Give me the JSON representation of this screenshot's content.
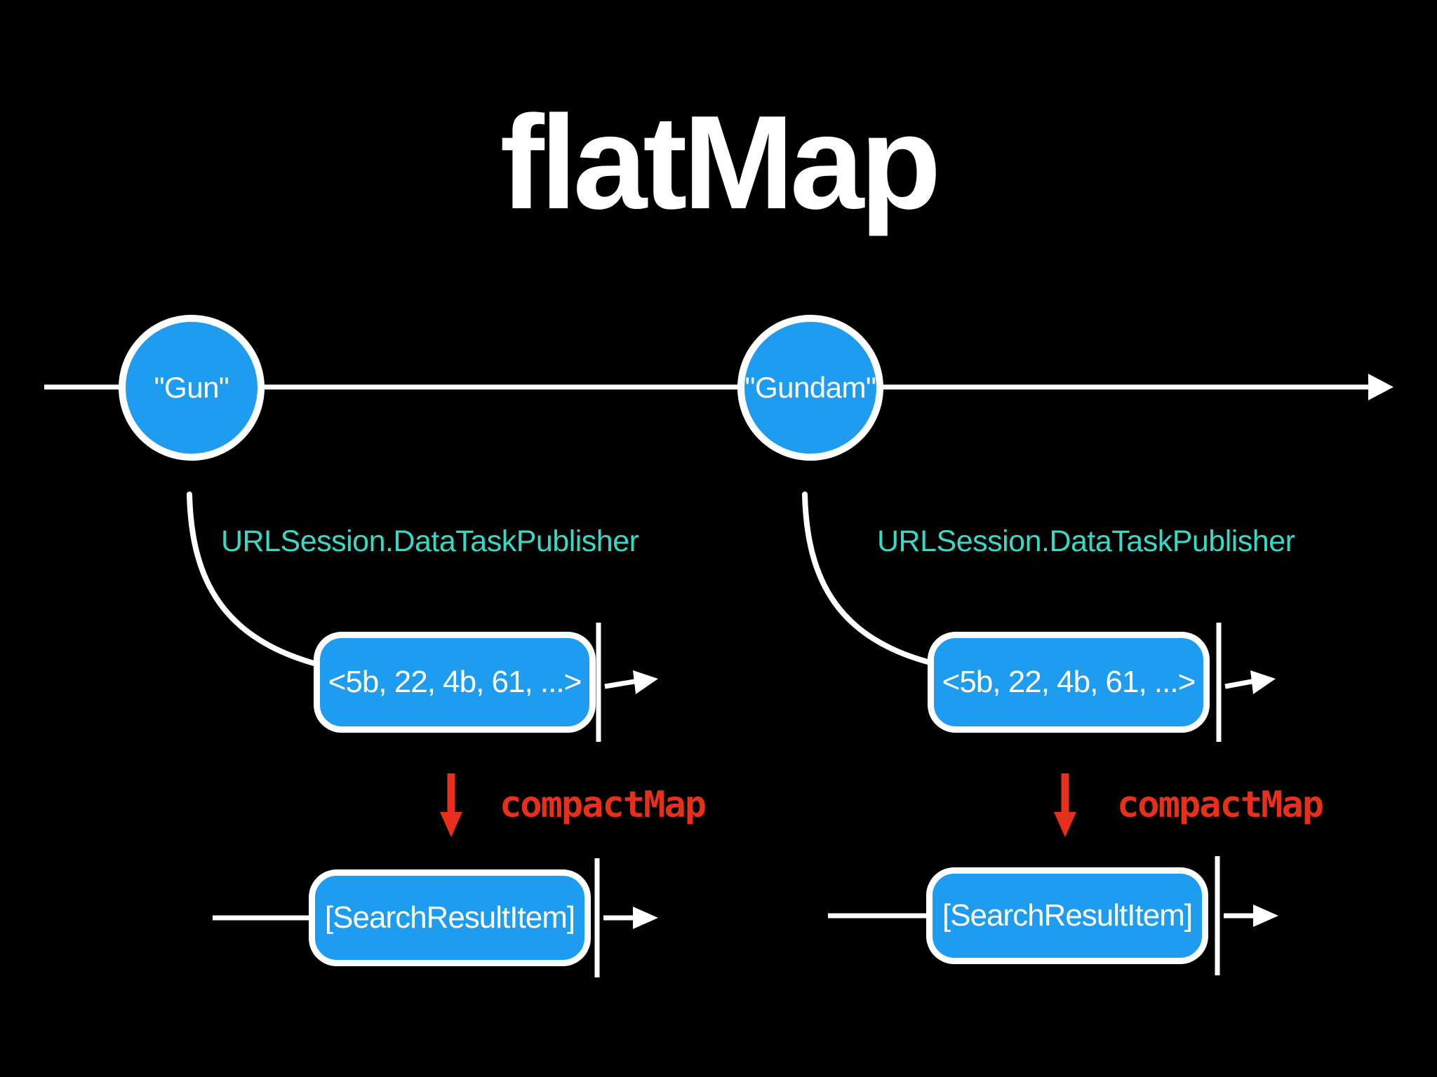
{
  "title": "flatMap",
  "colors": {
    "background": "#000000",
    "accent_blue": "#1e9cf0",
    "publisher_teal": "#35d9c5",
    "operator_red": "#e7301c",
    "stroke_white": "#ffffff"
  },
  "timeline": {
    "events": [
      {
        "label": "\"Gun\""
      },
      {
        "label": "\"Gundam\""
      }
    ]
  },
  "branches": [
    {
      "publisher_label": "URLSession.DataTaskPublisher",
      "data_chunk_label": "<5b, 22, 4b, 61, ...>",
      "operator_label": "compactMap",
      "result_label": "[SearchResultItem]"
    },
    {
      "publisher_label": "URLSession.DataTaskPublisher",
      "data_chunk_label": "<5b, 22, 4b, 61, ...>",
      "operator_label": "compactMap",
      "result_label": "[SearchResultItem]"
    }
  ],
  "icons": {
    "timeline_arrow": "right-arrow-icon",
    "stream_output_arrow": "right-arrow-icon",
    "operator_arrow": "down-arrow-icon"
  }
}
